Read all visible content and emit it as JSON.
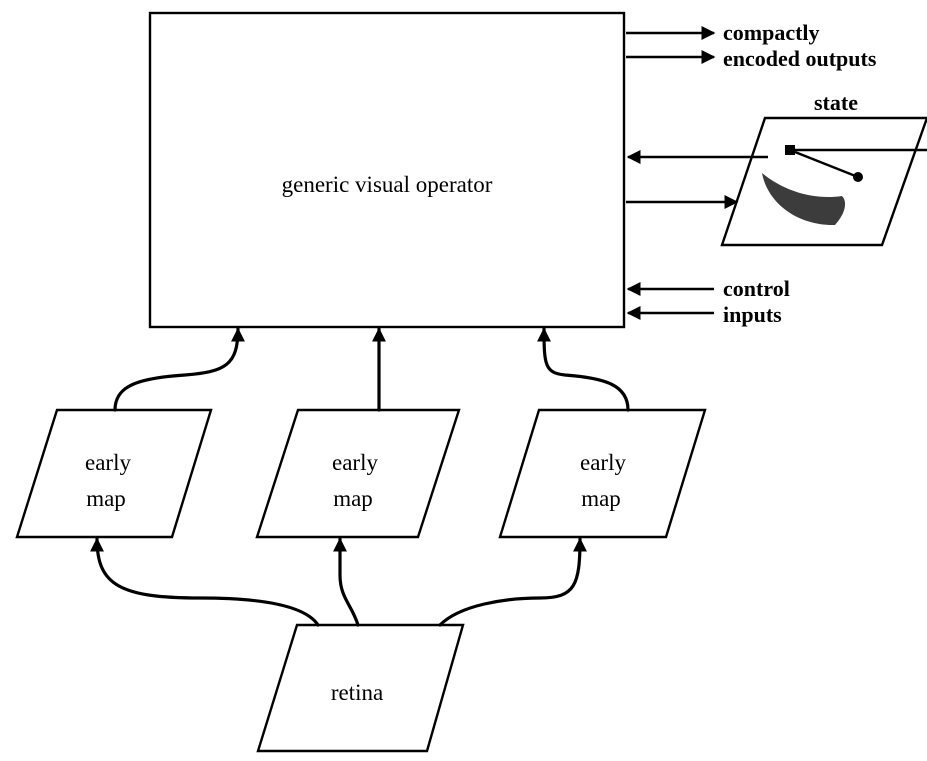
{
  "nodes": {
    "operator": "generic visual operator",
    "early_map_1": [
      "early",
      "map"
    ],
    "early_map_2": [
      "early",
      "map"
    ],
    "early_map_3": [
      "early",
      "map"
    ],
    "retina": "retina",
    "state": "state"
  },
  "outputs": [
    "compactly",
    "encoded outputs"
  ],
  "inputs": [
    "control",
    "inputs"
  ],
  "colors": {
    "ink": "#000000",
    "paper": "#ffffff"
  }
}
